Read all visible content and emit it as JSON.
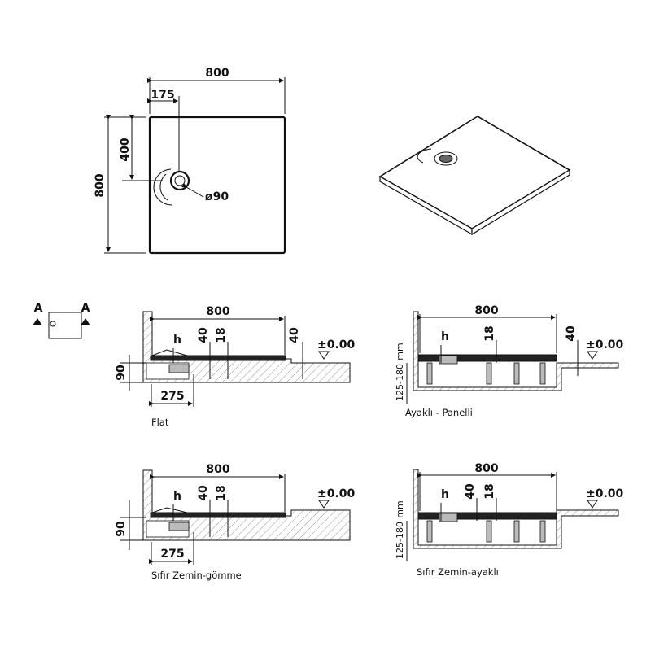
{
  "plan": {
    "width_label": "800",
    "drain_offset_label": "175",
    "height_label": "800",
    "drain_vertical_label": "400",
    "drain_diameter_label": "ø90"
  },
  "section_marker": {
    "left": "A",
    "right": "A"
  },
  "sections": [
    {
      "caption": "Flat",
      "width_label": "800",
      "h_label": "h",
      "dim_40_label": "40",
      "dim_18_label": "18",
      "dim_40b_label": "40",
      "level_label": "±0.00",
      "depth_label": "90",
      "drain_label": "275"
    },
    {
      "caption": "Ayaklı - Panelli",
      "width_label": "800",
      "h_label": "h",
      "dim_18_label": "18",
      "dim_40_label": "40",
      "level_label": "±0.00",
      "leg_label": "125-180",
      "unit_label": "mm"
    },
    {
      "caption": "Sıfır Zemin-gömme",
      "width_label": "800",
      "h_label": "h",
      "dim_40_label": "40",
      "dim_18_label": "18",
      "level_label": "±0.00",
      "depth_label": "90",
      "drain_label": "275"
    },
    {
      "caption": "Sıfır Zemin-ayaklı",
      "width_label": "800",
      "h_label": "h",
      "dim_40_label": "40",
      "dim_18_label": "18",
      "level_label": "±0.00",
      "leg_label": "125-180",
      "unit_label": "mm"
    }
  ]
}
